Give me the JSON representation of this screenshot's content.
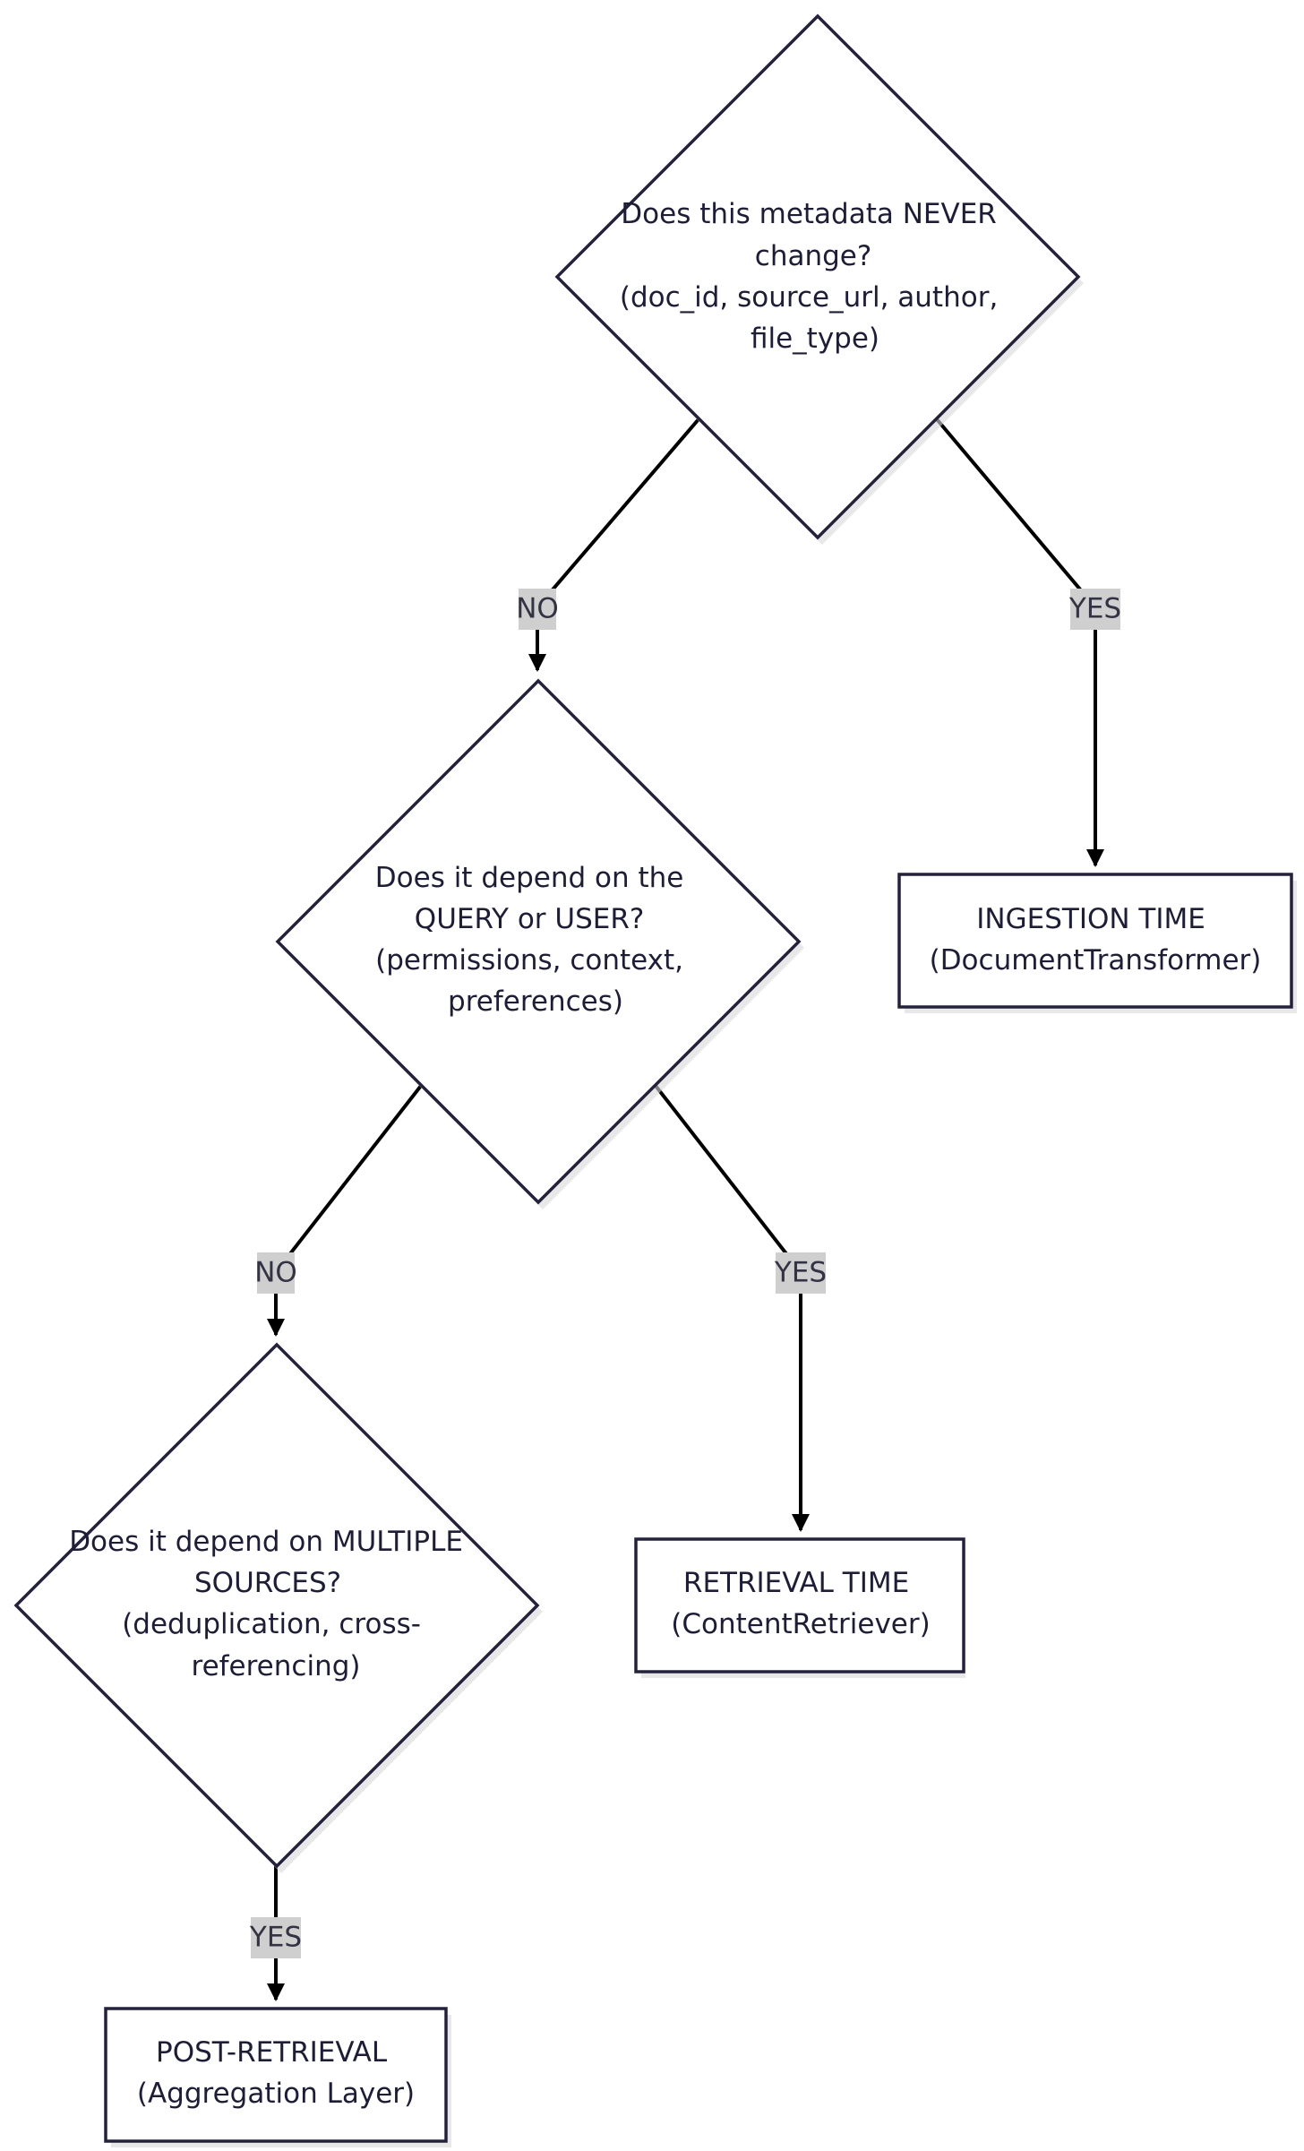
{
  "nodes": {
    "q1": {
      "lines": [
        "Does this metadata NEVER",
        "change?",
        "(doc_id, source_url, author,",
        "file_type)"
      ]
    },
    "q2": {
      "lines": [
        "Does it depend on the",
        "QUERY or USER?",
        "(permissions, context,",
        "preferences)"
      ]
    },
    "q3": {
      "lines": [
        "Does it depend on MULTIPLE",
        "SOURCES?",
        "(deduplication, cross-",
        "referencing)"
      ]
    },
    "ingestion": {
      "lines": [
        "INGESTION TIME",
        "(DocumentTransformer)"
      ]
    },
    "retrieval": {
      "lines": [
        "RETRIEVAL TIME",
        "(ContentRetriever)"
      ]
    },
    "post": {
      "lines": [
        "POST-RETRIEVAL",
        "(Aggregation Layer)"
      ]
    }
  },
  "edges": {
    "q1_no": "NO",
    "q1_yes": "YES",
    "q2_no": "NO",
    "q2_yes": "YES",
    "q3_yes": "YES"
  }
}
